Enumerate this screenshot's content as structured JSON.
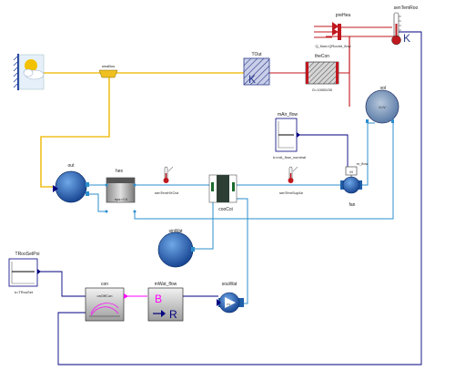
{
  "components": {
    "weaDat": {
      "glyph": "sun-cloud-icon"
    },
    "weaBus": {
      "label": "weaBus"
    },
    "preHea": {
      "label": "preHea",
      "param": "Q_flow=QRooInt_flow"
    },
    "senTemRoo": {
      "label": "senTemRoo",
      "unit": "K"
    },
    "TOut": {
      "label": "TOut",
      "unit": "K"
    },
    "theCon": {
      "label": "theCon",
      "param": "G=10000/30"
    },
    "vol": {
      "label": "vol",
      "glyph": "V=V"
    },
    "mAir_flow": {
      "label": "mAir_flow",
      "param": "k=mA_flow_nominal"
    },
    "out": {
      "label": "out"
    },
    "hex": {
      "label": "hex",
      "glyph": "eps=0.6"
    },
    "senTemHXOut": {
      "label": "senTemHXOut"
    },
    "cooCoi": {
      "label": "cooCoi"
    },
    "senTemSupAir": {
      "label": "senTemSupAir"
    },
    "fan": {
      "label": "fan",
      "glyph": "m_flow"
    },
    "sinWat": {
      "label": "sinWat"
    },
    "TRooSetPoi": {
      "label": "TRooSetPoi",
      "param": "k=TRooSet"
    },
    "con": {
      "label": "con",
      "glyph": "onOffCon"
    },
    "mWat_flow": {
      "label": "mWat_flow",
      "b": "B",
      "r": "R"
    },
    "souWat": {
      "label": "souWat"
    }
  },
  "colors": {
    "fluid_wire": "#2b8fce",
    "weather_wire": "#f0c020",
    "thermal_wire": "#c0181f",
    "signal_wire": "#000080",
    "boolean_wire": "#ff00ff",
    "component_blue": "#1f5faa"
  }
}
